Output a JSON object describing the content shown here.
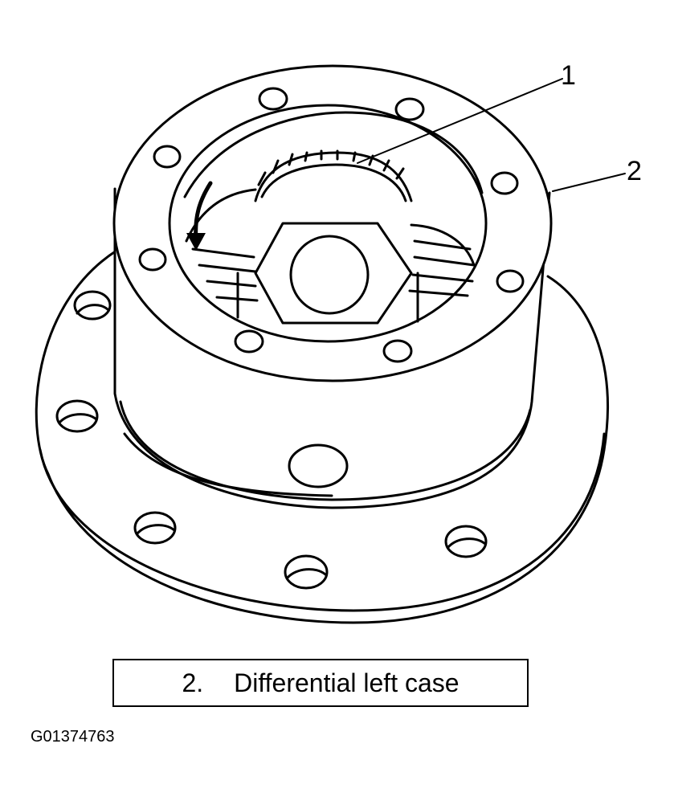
{
  "callouts": [
    {
      "number": "1"
    },
    {
      "number": "2"
    }
  ],
  "legend": {
    "number": "2.",
    "text": "Differential left case"
  },
  "figure_id": "G01374763"
}
